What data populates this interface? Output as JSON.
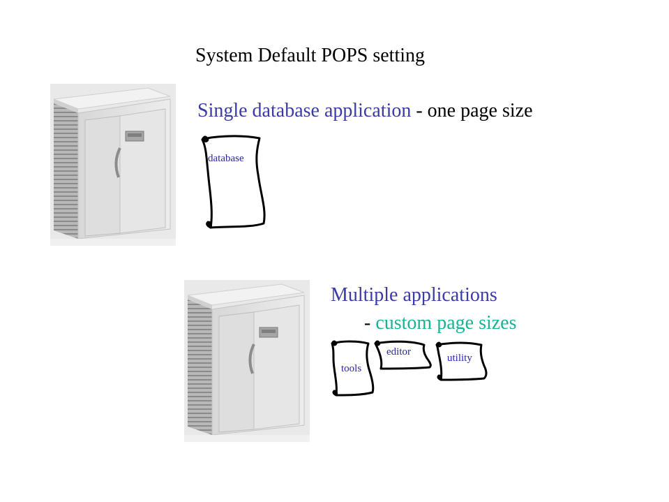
{
  "title": "System Default POPS setting",
  "single": {
    "app_label": "Single database application",
    "rest_label": " - one page size",
    "scroll_label": "database"
  },
  "multiple": {
    "heading": "Multiple applications",
    "dash": "- ",
    "custom_label": "custom page sizes",
    "scrolls": [
      "tools",
      "editor",
      "utility"
    ]
  },
  "colors": {
    "blue": "#3b3ba8",
    "teal": "#19b394"
  }
}
